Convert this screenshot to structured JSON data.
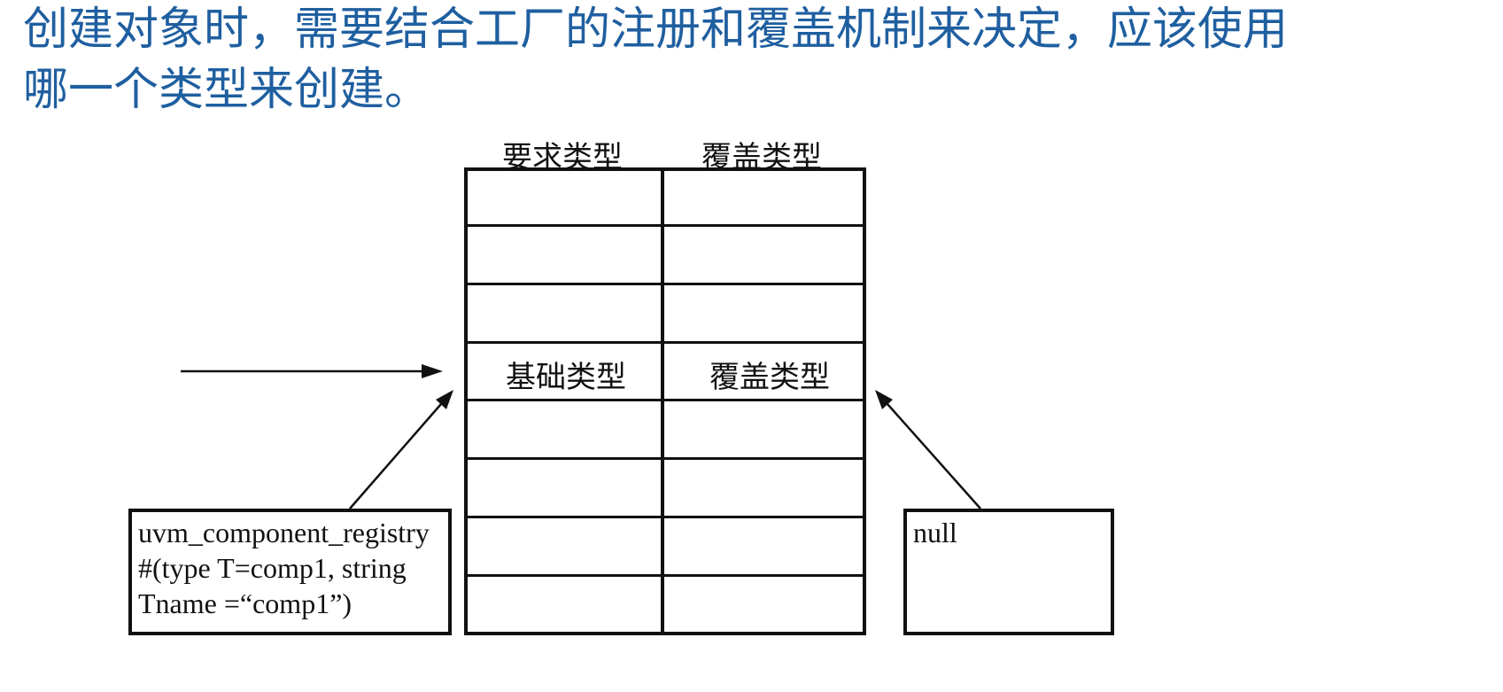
{
  "heading": {
    "line1": "创建对象时，需要结合工厂的注册和覆盖机制来决定，应该使用",
    "line2": "哪一个类型来创建。"
  },
  "table": {
    "header_left": "要求类型",
    "header_right": "覆盖类型",
    "highlight_left": "基础类型",
    "highlight_right": "覆盖类型"
  },
  "registry_box": {
    "line1": "uvm_component_registry",
    "line2": "#(type T=comp1, string",
    "line3": "Tname =“comp1”)"
  },
  "override_box": {
    "value": "null"
  },
  "colors": {
    "heading": "#1f5fa0",
    "lines": "#111111"
  }
}
